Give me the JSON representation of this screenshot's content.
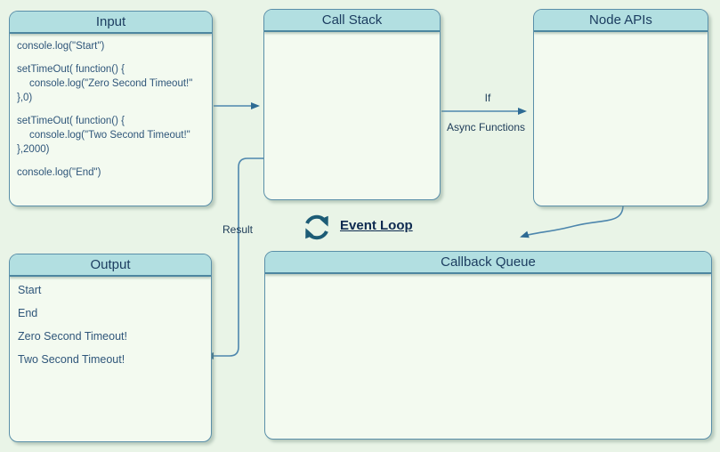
{
  "colors": {
    "background": "#e9f4e7",
    "panel_fill": "#f3faf0",
    "header_fill": "#b2dfe1",
    "border": "#5a8fa9",
    "title_text": "#1b3c5f",
    "body_text": "#2f567a",
    "arrow": "#4d86ad",
    "arrowhead": "#2e6b94",
    "label_text": "#1c3a57",
    "event_loop_icon": "#1d5c76",
    "event_loop_text": "#0e2a50"
  },
  "panels": {
    "input": {
      "title": "Input",
      "code_lines": [
        {
          "text": "console.log(\"Start\")",
          "indent": false,
          "gap": false
        },
        {
          "text": "setTimeOut( function() {",
          "indent": false,
          "gap": true
        },
        {
          "text": "console.log(\"Zero Second Timeout!\"",
          "indent": true,
          "gap": false
        },
        {
          "text": "},0)",
          "indent": false,
          "gap": false
        },
        {
          "text": "setTimeOut( function() {",
          "indent": false,
          "gap": true
        },
        {
          "text": "console.log(\"Two Second Timeout!\"",
          "indent": true,
          "gap": false
        },
        {
          "text": "},2000)",
          "indent": false,
          "gap": false
        },
        {
          "text": "console.log(\"End\")",
          "indent": false,
          "gap": true
        }
      ]
    },
    "call_stack": {
      "title": "Call Stack"
    },
    "node_apis": {
      "title": "Node APIs"
    },
    "output": {
      "title": "Output",
      "lines": [
        "Start",
        "End",
        "Zero Second Timeout!",
        "Two Second Timeout!"
      ]
    },
    "callback_queue": {
      "title": "Callback Queue"
    }
  },
  "connectors": {
    "call_stack_to_node_apis": {
      "label_top": "If",
      "label_bottom": "Async Functions"
    },
    "call_stack_to_output": {
      "label": "Result"
    },
    "event_loop": {
      "label": "Event Loop"
    }
  }
}
